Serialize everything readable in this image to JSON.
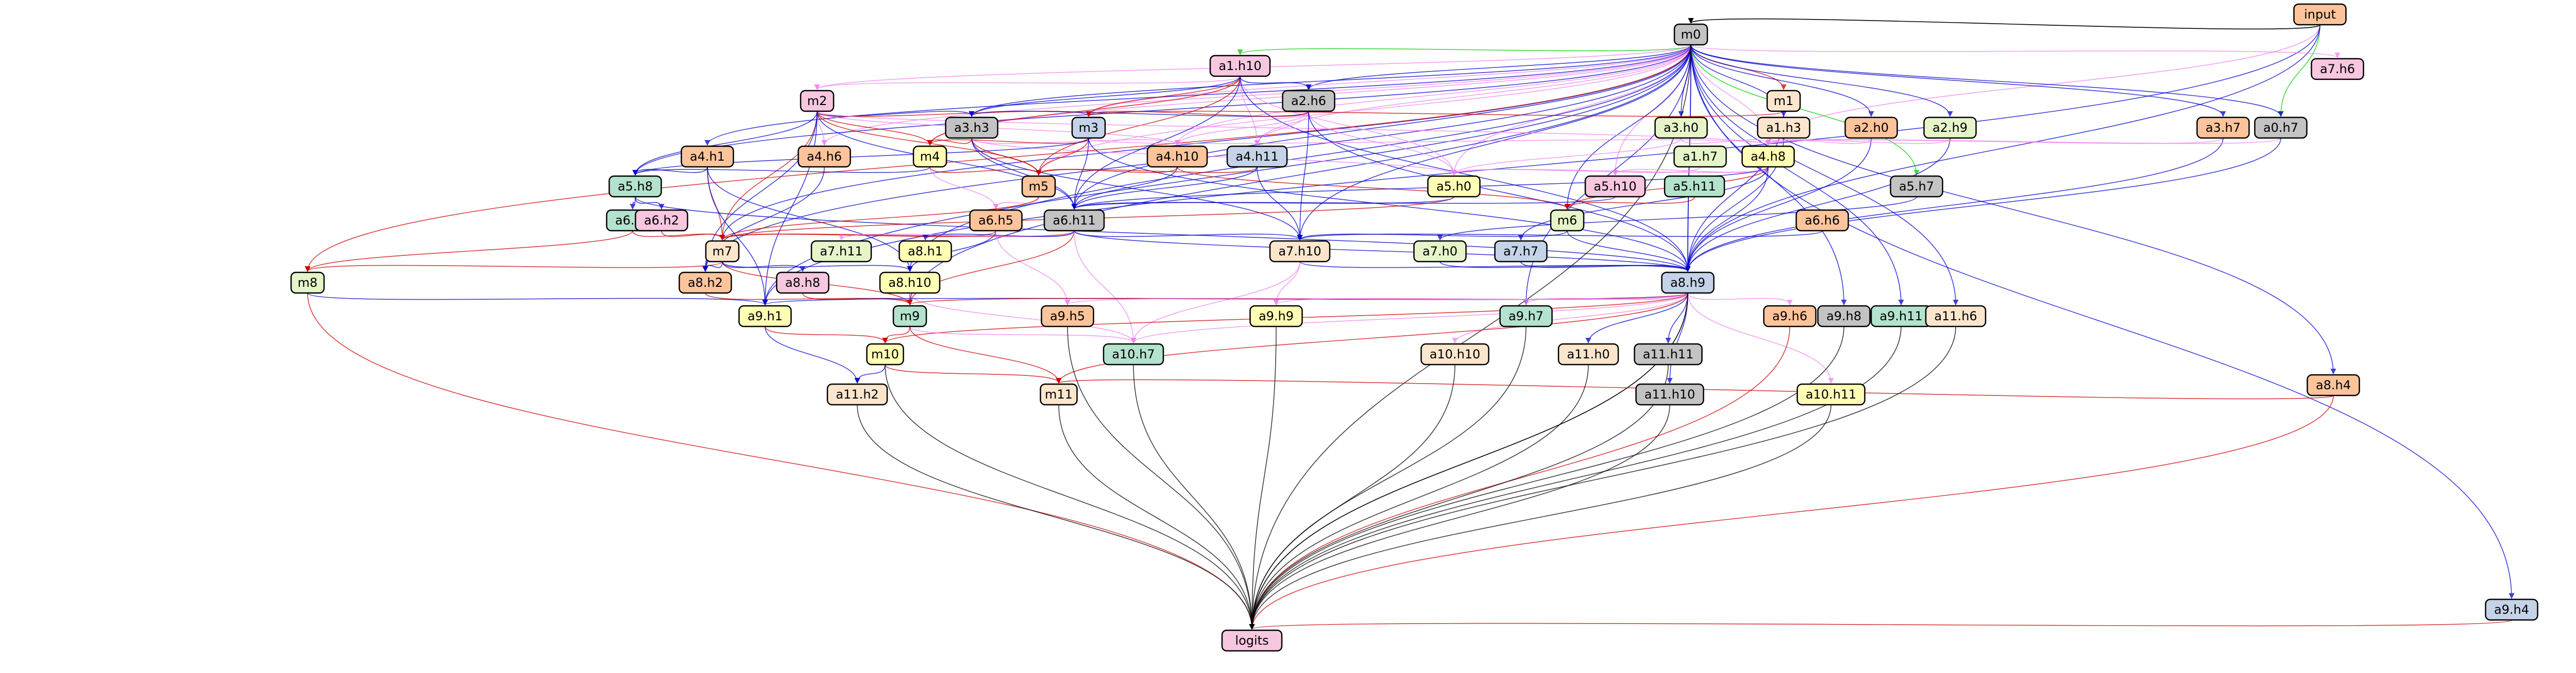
{
  "nodes": [
    {
      "id": "input",
      "label": "input",
      "color": "#fdc49c"
    },
    {
      "id": "m0",
      "label": "m0",
      "color": "#c3c3c3"
    },
    {
      "id": "a1.h10",
      "label": "a1.h10",
      "color": "#f7c6df"
    },
    {
      "id": "a7.h6",
      "label": "a7.h6",
      "color": "#f7c6df"
    },
    {
      "id": "m2",
      "label": "m2",
      "color": "#f7c6df"
    },
    {
      "id": "a2.h6",
      "label": "a2.h6",
      "color": "#c3c3c3"
    },
    {
      "id": "m1",
      "label": "m1",
      "color": "#fbe6cd"
    },
    {
      "id": "a3.h3",
      "label": "a3.h3",
      "color": "#c3c3c3"
    },
    {
      "id": "m3",
      "label": "m3",
      "color": "#c5d3e8"
    },
    {
      "id": "a3.h0",
      "label": "a3.h0",
      "color": "#e6f5c9"
    },
    {
      "id": "a1.h3",
      "label": "a1.h3",
      "color": "#fbe6cd"
    },
    {
      "id": "a2.h0",
      "label": "a2.h0",
      "color": "#fdc49c"
    },
    {
      "id": "a2.h9",
      "label": "a2.h9",
      "color": "#e6f5c9"
    },
    {
      "id": "a3.h7",
      "label": "a3.h7",
      "color": "#fdc49c"
    },
    {
      "id": "a0.h7",
      "label": "a0.h7",
      "color": "#c3c3c3"
    },
    {
      "id": "a4.h1",
      "label": "a4.h1",
      "color": "#fdc49c"
    },
    {
      "id": "a4.h6",
      "label": "a4.h6",
      "color": "#fdc49c"
    },
    {
      "id": "m4",
      "label": "m4",
      "color": "#fefeb4"
    },
    {
      "id": "a4.h10",
      "label": "a4.h10",
      "color": "#fdc49c"
    },
    {
      "id": "a4.h11",
      "label": "a4.h11",
      "color": "#c5d3e8"
    },
    {
      "id": "a1.h7",
      "label": "a1.h7",
      "color": "#e6f5c9"
    },
    {
      "id": "a4.h8",
      "label": "a4.h8",
      "color": "#fefeb4"
    },
    {
      "id": "a5.h8",
      "label": "a5.h8",
      "color": "#b3e2cd"
    },
    {
      "id": "m5",
      "label": "m5",
      "color": "#fdc49c"
    },
    {
      "id": "a5.h0",
      "label": "a5.h0",
      "color": "#fefeb4"
    },
    {
      "id": "a5.h10",
      "label": "a5.h10",
      "color": "#f7c6df"
    },
    {
      "id": "a5.h11",
      "label": "a5.h11",
      "color": "#b3e2cd"
    },
    {
      "id": "a5.h7",
      "label": "a5.h7",
      "color": "#c3c3c3"
    },
    {
      "id": "a6.h0",
      "label": "a6.h0",
      "color": "#b3e2cd"
    },
    {
      "id": "a6.h2",
      "label": "a6.h2",
      "color": "#f7c6df"
    },
    {
      "id": "a6.h5",
      "label": "a6.h5",
      "color": "#fdc49c"
    },
    {
      "id": "a6.h11",
      "label": "a6.h11",
      "color": "#c3c3c3"
    },
    {
      "id": "m6",
      "label": "m6",
      "color": "#e6f5c9"
    },
    {
      "id": "a6.h6",
      "label": "a6.h6",
      "color": "#fdc49c"
    },
    {
      "id": "m7",
      "label": "m7",
      "color": "#fbe6cd"
    },
    {
      "id": "a7.h11",
      "label": "a7.h11",
      "color": "#e6f5c9"
    },
    {
      "id": "a8.h1",
      "label": "a8.h1",
      "color": "#fefeb4"
    },
    {
      "id": "a7.h10",
      "label": "a7.h10",
      "color": "#fbe6cd"
    },
    {
      "id": "a7.h0",
      "label": "a7.h0",
      "color": "#e6f5c9"
    },
    {
      "id": "a7.h7",
      "label": "a7.h7",
      "color": "#c5d3e8"
    },
    {
      "id": "m8",
      "label": "m8",
      "color": "#e6f5c9"
    },
    {
      "id": "a8.h2",
      "label": "a8.h2",
      "color": "#fdc49c"
    },
    {
      "id": "a8.h8",
      "label": "a8.h8",
      "color": "#f7c6df"
    },
    {
      "id": "a8.h10",
      "label": "a8.h10",
      "color": "#fefeb4"
    },
    {
      "id": "a8.h9",
      "label": "a8.h9",
      "color": "#c5d3e8"
    },
    {
      "id": "a9.h1",
      "label": "a9.h1",
      "color": "#fefeb4"
    },
    {
      "id": "m9",
      "label": "m9",
      "color": "#b3e2cd"
    },
    {
      "id": "a9.h5",
      "label": "a9.h5",
      "color": "#fdc49c"
    },
    {
      "id": "a9.h9",
      "label": "a9.h9",
      "color": "#fefeb4"
    },
    {
      "id": "a9.h7",
      "label": "a9.h7",
      "color": "#b3e2cd"
    },
    {
      "id": "a9.h6",
      "label": "a9.h6",
      "color": "#fdc49c"
    },
    {
      "id": "a9.h8",
      "label": "a9.h8",
      "color": "#c3c3c3"
    },
    {
      "id": "a9.h11",
      "label": "a9.h11",
      "color": "#b3e2cd"
    },
    {
      "id": "a11.h6",
      "label": "a11.h6",
      "color": "#fbe6cd"
    },
    {
      "id": "a8.h4",
      "label": "a8.h4",
      "color": "#fdc49c"
    },
    {
      "id": "m10",
      "label": "m10",
      "color": "#fefeb4"
    },
    {
      "id": "a10.h7",
      "label": "a10.h7",
      "color": "#b3e2cd"
    },
    {
      "id": "a10.h10",
      "label": "a10.h10",
      "color": "#fbe6cd"
    },
    {
      "id": "a11.h0",
      "label": "a11.h0",
      "color": "#fbe6cd"
    },
    {
      "id": "a11.h11",
      "label": "a11.h11",
      "color": "#c3c3c3"
    },
    {
      "id": "a11.h2",
      "label": "a11.h2",
      "color": "#fbe6cd"
    },
    {
      "id": "m11",
      "label": "m11",
      "color": "#fbe6cd"
    },
    {
      "id": "a11.h10",
      "label": "a11.h10",
      "color": "#c3c3c3"
    },
    {
      "id": "a10.h11",
      "label": "a10.h11",
      "color": "#fefeb4"
    },
    {
      "id": "a9.h4",
      "label": "a9.h4",
      "color": "#c5d3e8"
    },
    {
      "id": "logits",
      "label": "logits",
      "color": "#f7c6df"
    }
  ],
  "edges": [
    [
      "input",
      "m0",
      "#000000",
      4
    ],
    [
      "input",
      "a4.h8",
      "#ee82ee",
      1
    ],
    [
      "input",
      "a0.h7",
      "#00cc00",
      1
    ],
    [
      "input",
      "a8.h9",
      "#0000cc",
      1
    ],
    [
      "input",
      "a9.h1",
      "#0000cc",
      1
    ],
    [
      "m0",
      "a1.h10",
      "#00cc00",
      1
    ],
    [
      "m0",
      "m2",
      "#ee82ee",
      1
    ],
    [
      "m0",
      "a2.h6",
      "#0000cc",
      1
    ],
    [
      "m0",
      "m1",
      "#cc0000",
      1
    ],
    [
      "m0",
      "a3.h3",
      "#0000cc",
      1
    ],
    [
      "m0",
      "m3",
      "#ee82ee",
      1
    ],
    [
      "m0",
      "a3.h0",
      "#0000cc",
      1
    ],
    [
      "m0",
      "a1.h3",
      "#0000cc",
      1
    ],
    [
      "m0",
      "a2.h0",
      "#0000cc",
      1
    ],
    [
      "m0",
      "a2.h9",
      "#0000cc",
      1
    ],
    [
      "m0",
      "a3.h7",
      "#0000cc",
      1
    ],
    [
      "m0",
      "a0.h7",
      "#0000cc",
      1
    ],
    [
      "m0",
      "a7.h6",
      "#ee82ee",
      1
    ],
    [
      "m0",
      "a4.h1",
      "#0000cc",
      1
    ],
    [
      "m0",
      "a4.h6",
      "#ee82ee",
      1
    ],
    [
      "m0",
      "m4",
      "#ee82ee",
      1
    ],
    [
      "m0",
      "a4.h10",
      "#ee82ee",
      1
    ],
    [
      "m0",
      "a4.h11",
      "#ee82ee",
      1
    ],
    [
      "m0",
      "a4.h8",
      "#ee82ee",
      1
    ],
    [
      "m0",
      "a5.h8",
      "#0000cc",
      1
    ],
    [
      "m0",
      "m5",
      "#ee82ee",
      1
    ],
    [
      "m0",
      "a5.h0",
      "#ee82ee",
      1
    ],
    [
      "m0",
      "a5.h10",
      "#ee82ee",
      1
    ],
    [
      "m0",
      "a5.h7",
      "#00cc00",
      1
    ],
    [
      "m0",
      "a6.h11",
      "#0000cc",
      1
    ],
    [
      "m0",
      "m6",
      "#0000cc",
      1
    ],
    [
      "m0",
      "m7",
      "#0000cc",
      1
    ],
    [
      "m0",
      "a7.h10",
      "#0000cc",
      1
    ],
    [
      "m0",
      "m8",
      "#cc0000",
      1
    ],
    [
      "m0",
      "a8.h9",
      "#0000cc",
      4
    ],
    [
      "m0",
      "a8.h2",
      "#0000cc",
      1
    ],
    [
      "m0",
      "a8.h10",
      "#0000cc",
      1
    ],
    [
      "m0",
      "a9.h1",
      "#0000cc",
      1
    ],
    [
      "m0",
      "m9",
      "#0000cc",
      1
    ],
    [
      "m0",
      "a9.h8",
      "#0000cc",
      1
    ],
    [
      "m0",
      "a9.h11",
      "#0000cc",
      1
    ],
    [
      "m0",
      "a11.h6",
      "#0000cc",
      1
    ],
    [
      "m0",
      "a8.h4",
      "#0000cc",
      1
    ],
    [
      "m0",
      "a9.h4",
      "#0000cc",
      1
    ],
    [
      "m0",
      "a9.h7",
      "#0000cc",
      1
    ],
    [
      "m0",
      "logits",
      "#000000",
      1
    ],
    [
      "a1.h10",
      "m2",
      "#ee82ee",
      1
    ],
    [
      "a1.h10",
      "a2.h6",
      "#0000cc",
      1
    ],
    [
      "a1.h10",
      "m3",
      "#cc0000",
      1
    ],
    [
      "a1.h10",
      "a3.h3",
      "#0000cc",
      1
    ],
    [
      "a1.h10",
      "m4",
      "#cc0000",
      1
    ],
    [
      "a1.h10",
      "a4.h11",
      "#ee82ee",
      1
    ],
    [
      "a1.h10",
      "m5",
      "#cc0000",
      1
    ],
    [
      "a1.h10",
      "a5.h0",
      "#ee82ee",
      1
    ],
    [
      "a1.h10",
      "a6.h11",
      "#0000cc",
      1
    ],
    [
      "a1.h10",
      "a8.h9",
      "#0000cc",
      1
    ],
    [
      "m2",
      "a3.h3",
      "#0000cc",
      1
    ],
    [
      "m2",
      "m3",
      "#cc0000",
      1
    ],
    [
      "m2",
      "a4.h6",
      "#ee82ee",
      1
    ],
    [
      "m2",
      "m4",
      "#cc0000",
      1
    ],
    [
      "m2",
      "a4.h10",
      "#ee82ee",
      1
    ],
    [
      "m2",
      "a5.h8",
      "#0000cc",
      1
    ],
    [
      "m2",
      "m5",
      "#cc0000",
      1
    ],
    [
      "m2",
      "a6.h11",
      "#0000cc",
      1
    ],
    [
      "m2",
      "m7",
      "#cc0000",
      1
    ],
    [
      "m2",
      "a8.h2",
      "#0000cc",
      1
    ],
    [
      "m2",
      "a9.h1",
      "#0000cc",
      1
    ],
    [
      "m2",
      "a4.h8",
      "#ee82ee",
      1
    ],
    [
      "a2.h6",
      "a3.h3",
      "#0000cc",
      1
    ],
    [
      "a2.h6",
      "m3",
      "#cc0000",
      1
    ],
    [
      "a2.h6",
      "a4.h10",
      "#ee82ee",
      1
    ],
    [
      "a2.h6",
      "a4.h11",
      "#ee82ee",
      1
    ],
    [
      "a2.h6",
      "a5.h0",
      "#ee82ee",
      1
    ],
    [
      "a2.h6",
      "a7.h10",
      "#0000cc",
      1
    ],
    [
      "a2.h6",
      "a8.h9",
      "#0000cc",
      1
    ],
    [
      "m1",
      "m3",
      "#cc0000",
      1
    ],
    [
      "m1",
      "a4.h8",
      "#ee82ee",
      1
    ],
    [
      "m1",
      "a8.h9",
      "#0000cc",
      1
    ],
    [
      "a3.h3",
      "m4",
      "#cc0000",
      1
    ],
    [
      "a3.h3",
      "a4.h10",
      "#ee82ee",
      1
    ],
    [
      "a3.h3",
      "m5",
      "#cc0000",
      1
    ],
    [
      "a3.h3",
      "a6.h11",
      "#0000cc",
      1
    ],
    [
      "a3.h3",
      "a7.h10",
      "#0000cc",
      1
    ],
    [
      "a3.h3",
      "a5.h0",
      "#ee82ee",
      1
    ],
    [
      "m3",
      "m4",
      "#cc0000",
      1
    ],
    [
      "m3",
      "a4.h8",
      "#ee82ee",
      1
    ],
    [
      "m3",
      "a5.h8",
      "#0000cc",
      1
    ],
    [
      "m3",
      "m5",
      "#cc0000",
      1
    ],
    [
      "m3",
      "a6.h11",
      "#0000cc",
      1
    ],
    [
      "m3",
      "a8.h9",
      "#0000cc",
      1
    ],
    [
      "a3.h0",
      "a4.h8",
      "#ee82ee",
      1
    ],
    [
      "a3.h0",
      "a5.h0",
      "#ee82ee",
      1
    ],
    [
      "a1.h3",
      "a4.h8",
      "#ee82ee",
      1
    ],
    [
      "a1.h3",
      "a8.h9",
      "#0000cc",
      1
    ],
    [
      "a2.h0",
      "a4.h8",
      "#ee82ee",
      1
    ],
    [
      "a2.h0",
      "a8.h9",
      "#0000cc",
      1
    ],
    [
      "a2.h9",
      "a4.h8",
      "#ee82ee",
      1
    ],
    [
      "a2.h9",
      "a8.h9",
      "#0000cc",
      1
    ],
    [
      "a3.h7",
      "a4.h8",
      "#ee82ee",
      1
    ],
    [
      "a3.h7",
      "a8.h9",
      "#0000cc",
      1
    ],
    [
      "a0.h7",
      "a4.h8",
      "#ee82ee",
      1
    ],
    [
      "a0.h7",
      "a8.h9",
      "#0000cc",
      1
    ],
    [
      "a4.h1",
      "a5.h8",
      "#0000cc",
      1
    ],
    [
      "a4.h1",
      "m7",
      "#cc0000",
      1
    ],
    [
      "a4.h1",
      "a8.h10",
      "#0000cc",
      1
    ],
    [
      "a4.h1",
      "a9.h1",
      "#0000cc",
      1
    ],
    [
      "a4.h6",
      "a8.h2",
      "#0000cc",
      1
    ],
    [
      "m4",
      "m5",
      "#cc0000",
      1
    ],
    [
      "m4",
      "a5.h8",
      "#0000cc",
      1
    ],
    [
      "m4",
      "a6.h5",
      "#ee82ee",
      1
    ],
    [
      "a4.h10",
      "m5",
      "#cc0000",
      1
    ],
    [
      "a4.h10",
      "a6.h11",
      "#0000cc",
      1
    ],
    [
      "a4.h10",
      "m6",
      "#cc0000",
      1
    ],
    [
      "a4.h11",
      "m5",
      "#cc0000",
      1
    ],
    [
      "a4.h11",
      "a6.h11",
      "#0000cc",
      1
    ],
    [
      "a4.h11",
      "a7.h10",
      "#0000cc",
      1
    ],
    [
      "a1.h7",
      "a5.h0",
      "#ee82ee",
      1
    ],
    [
      "a4.h8",
      "a5.h0",
      "#ee82ee",
      1
    ],
    [
      "a4.h8",
      "a5.h10",
      "#ee82ee",
      1
    ],
    [
      "a4.h8",
      "m6",
      "#cc0000",
      1
    ],
    [
      "a4.h8",
      "a6.h11",
      "#0000cc",
      1
    ],
    [
      "a4.h8",
      "a7.h7",
      "#0000cc",
      1
    ],
    [
      "a4.h8",
      "a8.h9",
      "#0000cc",
      1
    ],
    [
      "a5.h8",
      "a6.h0",
      "#0000cc",
      1
    ],
    [
      "a5.h8",
      "a6.h2",
      "#0000cc",
      1
    ],
    [
      "a5.h8",
      "a8.h9",
      "#0000cc",
      1
    ],
    [
      "m5",
      "a6.h5",
      "#ee82ee",
      1
    ],
    [
      "m5",
      "m7",
      "#cc0000",
      1
    ],
    [
      "a5.h0",
      "a6.h11",
      "#0000cc",
      1
    ],
    [
      "a5.h0",
      "m7",
      "#cc0000",
      1
    ],
    [
      "a5.h10",
      "a6.h11",
      "#0000cc",
      1
    ],
    [
      "a5.h11",
      "m6",
      "#cc0000",
      1
    ],
    [
      "a5.h7",
      "a7.h0",
      "#0000cc",
      1
    ],
    [
      "a6.h0",
      "m7",
      "#cc0000",
      1
    ],
    [
      "a6.h0",
      "m8",
      "#cc0000",
      1
    ],
    [
      "a6.h2",
      "m7",
      "#cc0000",
      1
    ],
    [
      "a6.h5",
      "m7",
      "#cc0000",
      1
    ],
    [
      "a6.h5",
      "a8.h10",
      "#0000cc",
      1
    ],
    [
      "a6.h5",
      "a9.h5",
      "#ee82ee",
      1
    ],
    [
      "a6.h11",
      "m7",
      "#cc0000",
      1
    ],
    [
      "a6.h11",
      "a7.h11",
      "#ee82ee",
      1
    ],
    [
      "a6.h11",
      "a8.h1",
      "#0000cc",
      1
    ],
    [
      "a6.h11",
      "a7.h10",
      "#0000cc",
      1
    ],
    [
      "a6.h11",
      "a8.h9",
      "#0000cc",
      1
    ],
    [
      "a6.h11",
      "m9",
      "#cc0000",
      1
    ],
    [
      "a6.h11",
      "a10.h7",
      "#ee82ee",
      1
    ],
    [
      "m6",
      "a7.h10",
      "#0000cc",
      1
    ],
    [
      "m6",
      "a8.h9",
      "#0000cc",
      1
    ],
    [
      "a6.h6",
      "a7.h10",
      "#0000cc",
      1
    ],
    [
      "m7",
      "m8",
      "#cc0000",
      1
    ],
    [
      "m7",
      "a8.h2",
      "#0000cc",
      1
    ],
    [
      "m7",
      "a8.h8",
      "#0000cc",
      1
    ],
    [
      "m7",
      "a8.h10",
      "#0000cc",
      1
    ],
    [
      "m7",
      "m9",
      "#cc0000",
      1
    ],
    [
      "a7.h10",
      "a8.h9",
      "#0000cc",
      1
    ],
    [
      "a7.h10",
      "a9.h9",
      "#ee82ee",
      1
    ],
    [
      "a7.h10",
      "a10.h7",
      "#ee82ee",
      1
    ],
    [
      "a7.h0",
      "a8.h9",
      "#0000cc",
      1
    ],
    [
      "a7.h7",
      "a8.h9",
      "#0000cc",
      1
    ],
    [
      "m8",
      "a9.h1",
      "#0000cc",
      1
    ],
    [
      "m8",
      "logits",
      "#cc0000",
      1
    ],
    [
      "a8.h2",
      "m9",
      "#cc0000",
      1
    ],
    [
      "a8.h8",
      "m9",
      "#cc0000",
      1
    ],
    [
      "a8.h10",
      "m9",
      "#cc0000",
      1
    ],
    [
      "a8.h10",
      "a10.h7",
      "#ee82ee",
      1
    ],
    [
      "a8.h9",
      "a9.h1",
      "#0000cc",
      1
    ],
    [
      "a8.h9",
      "m9",
      "#cc0000",
      1
    ],
    [
      "a8.h9",
      "a9.h5",
      "#ee82ee",
      1
    ],
    [
      "a8.h9",
      "a9.h9",
      "#ee82ee",
      1
    ],
    [
      "a8.h9",
      "a9.h7",
      "#ee82ee",
      1
    ],
    [
      "a8.h9",
      "a9.h6",
      "#ee82ee",
      1
    ],
    [
      "a8.h9",
      "m10",
      "#cc0000",
      1
    ],
    [
      "a8.h9",
      "a10.h7",
      "#ee82ee",
      1
    ],
    [
      "a8.h9",
      "a10.h10",
      "#ee82ee",
      1
    ],
    [
      "a8.h9",
      "a11.h0",
      "#0000cc",
      1
    ],
    [
      "a8.h9",
      "a11.h11",
      "#0000cc",
      1
    ],
    [
      "a8.h9",
      "m11",
      "#cc0000",
      1
    ],
    [
      "a8.h9",
      "a11.h10",
      "#0000cc",
      1
    ],
    [
      "a8.h9",
      "a10.h11",
      "#ee82ee",
      1
    ],
    [
      "a8.h9",
      "logits",
      "#000000",
      4
    ],
    [
      "a9.h1",
      "m10",
      "#cc0000",
      1
    ],
    [
      "a9.h1",
      "a11.h2",
      "#0000cc",
      1
    ],
    [
      "m9",
      "m10",
      "#cc0000",
      1
    ],
    [
      "m9",
      "a10.h7",
      "#ee82ee",
      1
    ],
    [
      "m9",
      "m11",
      "#cc0000",
      1
    ],
    [
      "a9.h5",
      "logits",
      "#000000",
      1
    ],
    [
      "a9.h9",
      "logits",
      "#000000",
      1
    ],
    [
      "a9.h7",
      "logits",
      "#000000",
      1
    ],
    [
      "a9.h6",
      "logits",
      "#cc0000",
      1
    ],
    [
      "a8.h4",
      "m11",
      "#cc0000",
      1
    ],
    [
      "a8.h4",
      "logits",
      "#cc0000",
      1
    ],
    [
      "a9.h4",
      "logits",
      "#cc0000",
      1
    ],
    [
      "m10",
      "a11.h2",
      "#0000cc",
      1
    ],
    [
      "m10",
      "m11",
      "#cc0000",
      1
    ],
    [
      "m10",
      "logits",
      "#000000",
      1
    ],
    [
      "a10.h7",
      "logits",
      "#000000",
      1
    ],
    [
      "a10.h10",
      "logits",
      "#000000",
      1
    ],
    [
      "a11.h0",
      "logits",
      "#000000",
      1
    ],
    [
      "a11.h11",
      "logits",
      "#000000",
      1
    ],
    [
      "a11.h2",
      "logits",
      "#000000",
      1
    ],
    [
      "m11",
      "logits",
      "#000000",
      1
    ],
    [
      "a11.h10",
      "logits",
      "#000000",
      1
    ],
    [
      "a10.h11",
      "logits",
      "#000000",
      1
    ],
    [
      "a11.h6",
      "logits",
      "#000000",
      1
    ],
    [
      "a9.h8",
      "logits",
      "#000000",
      1
    ],
    [
      "a9.h11",
      "logits",
      "#000000",
      1
    ]
  ]
}
